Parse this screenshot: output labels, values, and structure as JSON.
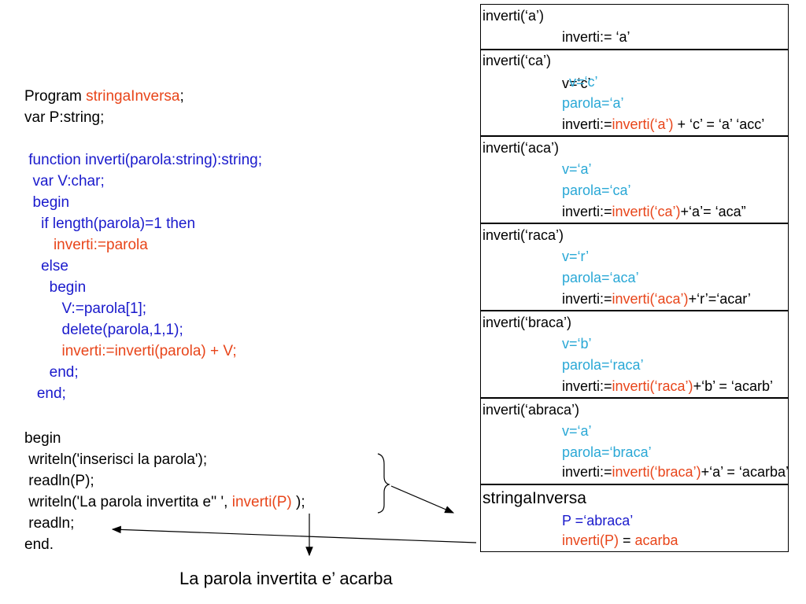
{
  "program": {
    "header_word": "Program",
    "name": "stringaInversa",
    "semicolon": ";",
    "var_decl": "var P:string;",
    "function_lines": [
      " function inverti(parola:string):string;",
      "  var V:char;",
      "  begin",
      "    if length(parola)=1 then"
    ],
    "then_line": "       inverti:=parola",
    "else_lines": [
      "    else",
      "      begin",
      "         V:=parola[1];",
      "         delete(parola,1,1);"
    ],
    "recursive_line": "         inverti:=inverti(parola) + V;",
    "end_lines": [
      "      end;",
      "   end;"
    ],
    "main_lines": [
      "begin",
      " writeln('inserisci la parola');",
      " readln(P);"
    ],
    "writeln_prefix": " writeln('La parola invertita e'' ', ",
    "writeln_call": "inverti(P)",
    "writeln_suffix": " );",
    "tail_lines": [
      " readln;",
      "end."
    ]
  },
  "stack": {
    "frame_a": {
      "title": "inverti(‘a’)",
      "assign": "inverti:= ‘a’"
    },
    "frame_ca": {
      "title": "inverti(‘ca’)",
      "v_black": "v=‘c’",
      "v_cyan": "v=‘c’",
      "parola": "parola=‘a’",
      "assign_prefix": "inverti:=",
      "assign_red": "inverti(‘a’)",
      "assign_black": " + ‘c’ = ‘a’ ‘acc’"
    },
    "frame_aca": {
      "title": "inverti(‘aca’)",
      "v": "v=‘a’",
      "parola": "parola=‘ca’",
      "assign_prefix": "inverti:=",
      "assign_red": "inverti(‘ca’)",
      "assign_black": "+‘a’= ‘aca”"
    },
    "frame_raca": {
      "title": "inverti(‘raca’)",
      "v": "v=‘r’",
      "parola": "parola=‘aca’",
      "assign_prefix": "inverti:=",
      "assign_red": "inverti(‘aca’)",
      "assign_black": "+‘r’=‘acar’"
    },
    "frame_braca": {
      "title": "inverti(‘braca’)",
      "v": "v=‘b’",
      "parola": "parola=‘raca’",
      "assign_prefix": "inverti:=",
      "assign_red": "inverti(‘raca’)",
      "assign_black": "+‘b’ = ‘acarb’"
    },
    "frame_abraca": {
      "title": "inverti(‘abraca’)",
      "v": "v=‘a’",
      "parola": "parola=‘braca’",
      "assign_prefix": "inverti:=",
      "assign_red": "inverti(‘braca’)",
      "assign_black": "+‘a’ = ‘acarba’"
    },
    "main": {
      "title": "stringaInversa",
      "p_assign": "P =‘abraca’",
      "call_red": "inverti(P)",
      "call_eq": " = ",
      "call_result": "acarba"
    }
  },
  "output_text": "La parola invertita e’ acarba",
  "colors": {
    "keyword_blue": "#1a1acc",
    "highlight_red": "#e8451a",
    "value_cyan": "#2aa8d6",
    "text_black": "#000000"
  }
}
